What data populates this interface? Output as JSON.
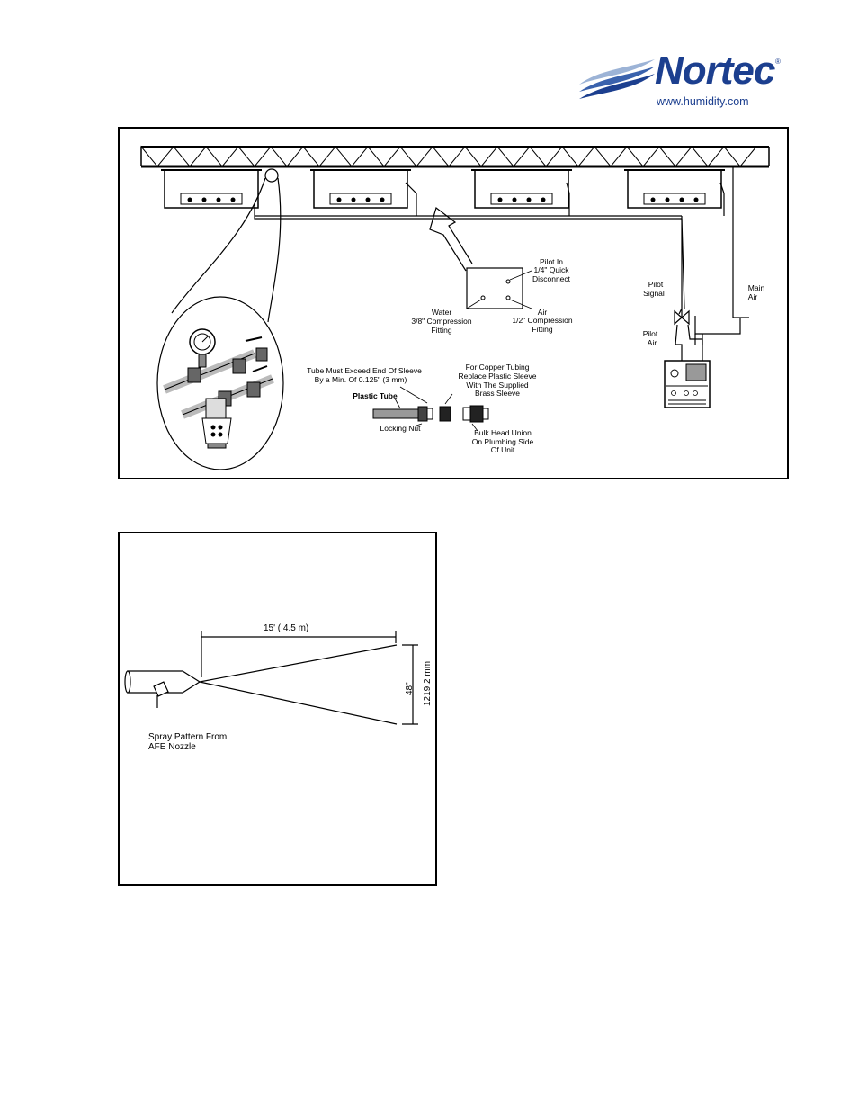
{
  "logo": {
    "name": "Nortec",
    "registered": "®",
    "url": "www.humidity.com"
  },
  "figure1": {
    "labels": {
      "pilot_in": [
        "Pilot In",
        "1/4\" Quick",
        "Disconnect"
      ],
      "water": [
        "Water",
        "3/8\" Compression",
        "Fitting"
      ],
      "air": [
        "Air",
        "1/2\" Compression",
        "Fitting"
      ],
      "pilot_signal": [
        "Pilot",
        "Signal"
      ],
      "main_air": [
        "Main",
        "Air"
      ],
      "pilot_air": [
        "Pilot",
        "Air"
      ],
      "tube_exceed": [
        "Tube Must Exceed End Of Sleeve",
        "By a Min. Of  0.125\" (3 mm)"
      ],
      "copper_tubing": [
        "For Copper Tubing",
        "Replace Plastic Sleeve",
        "With The Supplied",
        "Brass Sleeve"
      ],
      "plastic_tube": "Plastic Tube",
      "locking_nut": "Locking Nut",
      "bulk_head": [
        "Bulk Head Union",
        "On Plumbing Side",
        "Of Unit"
      ]
    }
  },
  "figure2": {
    "distance_label": "15' ( 4.5 m)",
    "height_label_in": "48\"",
    "height_label_mm": "1219.2 mm",
    "caption": [
      "Spray Pattern From",
      "AFE Nozzle"
    ]
  }
}
